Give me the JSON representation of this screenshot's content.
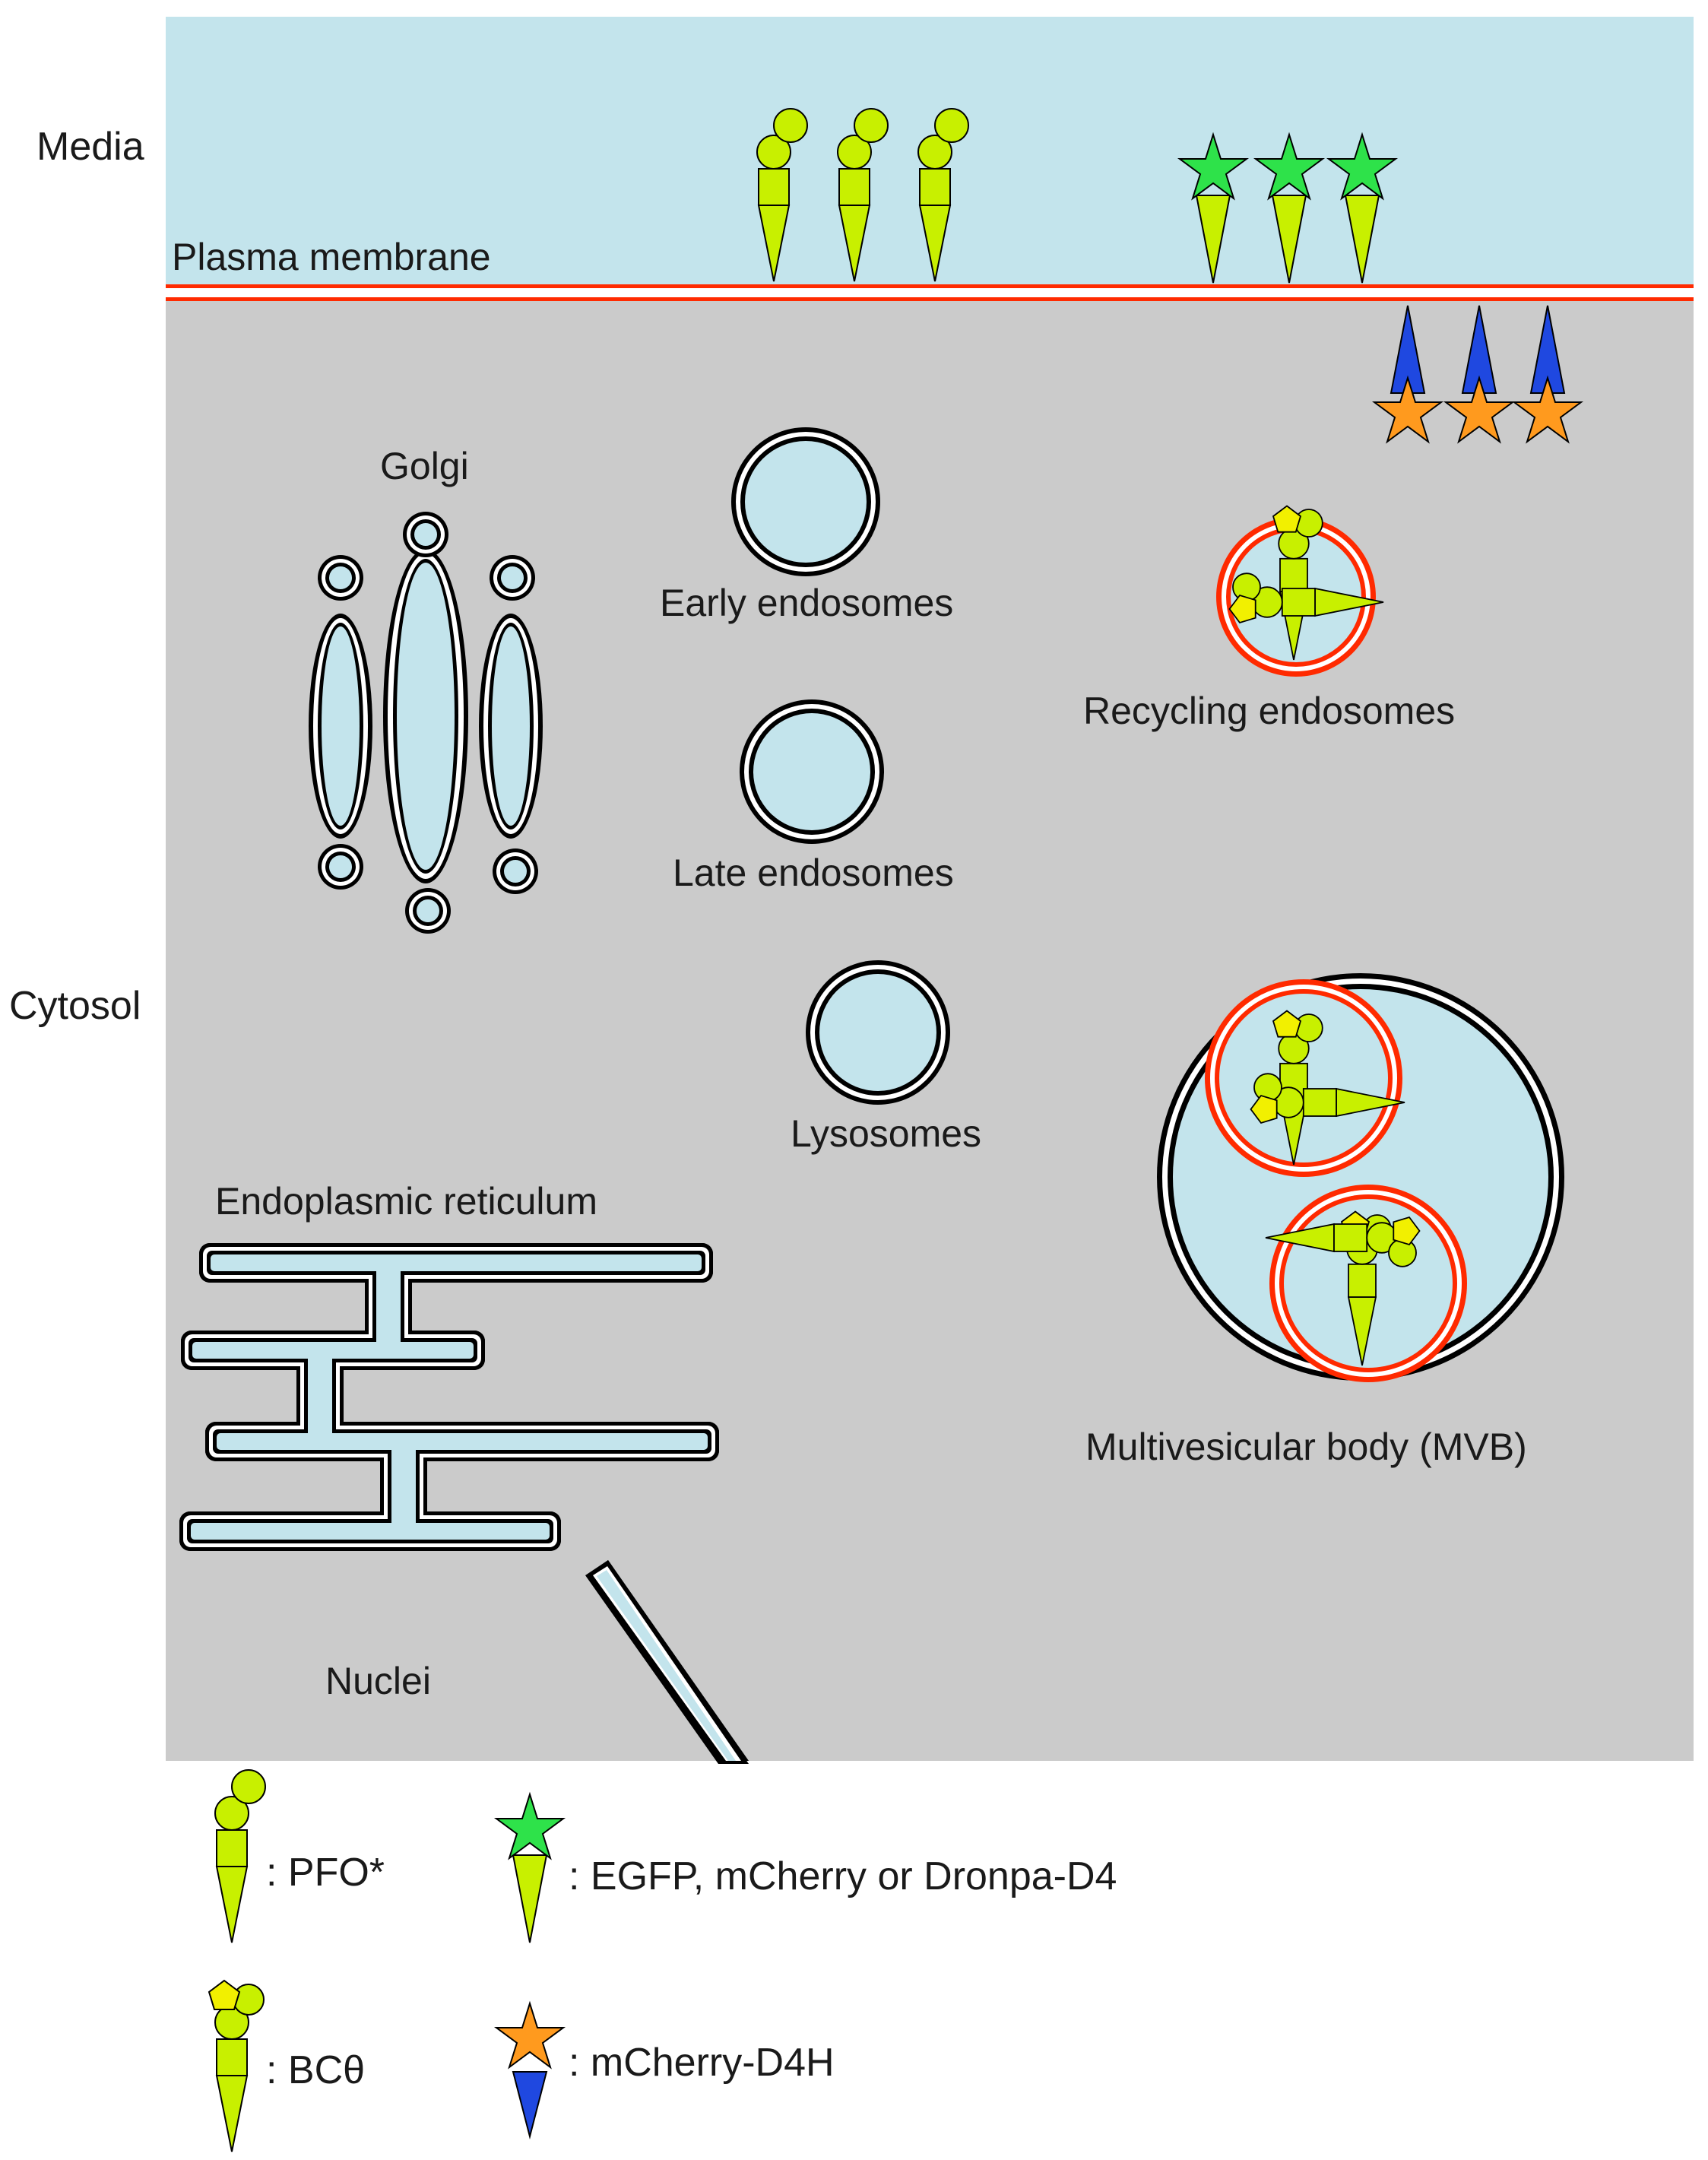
{
  "labels": {
    "media": "Media",
    "plasma_membrane": "Plasma membrane",
    "cytosol": "Cytosol",
    "golgi": "Golgi",
    "early_endosomes": "Early endosomes",
    "late_endosomes": "Late endosomes",
    "lysosomes": "Lysosomes",
    "recycling_endosomes": "Recycling endosomes",
    "endoplasmic_reticulum": "Endoplasmic reticulum",
    "nuclei": "Nuclei",
    "mvb": "Multivesicular body (MVB)"
  },
  "legend": {
    "pfo": ": PFO*",
    "d4": ": EGFP, mCherry or Dronpa-D4",
    "bc": ": BCθ",
    "d4h": ": mCherry-D4H"
  },
  "colors": {
    "media": "#c3e4ec",
    "cytosol": "#cbcbcb",
    "lumen": "#c3e4ec",
    "membrane_red": "#ff2a00",
    "probe_green": "#c8f000",
    "probe_yellow": "#f2f000",
    "star_green": "#2ee24a",
    "star_orange": "#ff9a1e",
    "probe_blue": "#1f48e0"
  }
}
